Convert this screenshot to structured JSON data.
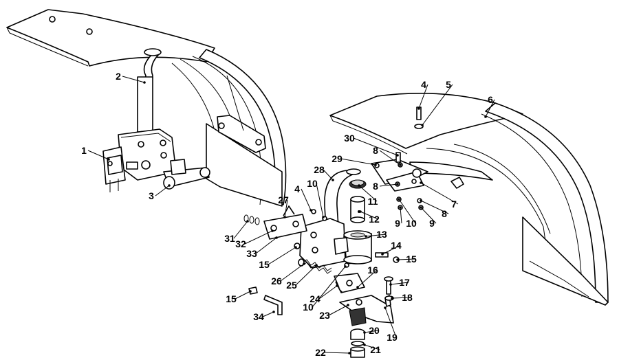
{
  "diagram": {
    "callouts": [
      {
        "id": "c1",
        "label": "1"
      },
      {
        "id": "c2",
        "label": "2"
      },
      {
        "id": "c3",
        "label": "3"
      },
      {
        "id": "c4a",
        "label": "4"
      },
      {
        "id": "c4b",
        "label": "4"
      },
      {
        "id": "c5",
        "label": "5"
      },
      {
        "id": "c6",
        "label": "6"
      },
      {
        "id": "c7",
        "label": "7"
      },
      {
        "id": "c8a",
        "label": "8"
      },
      {
        "id": "c8b",
        "label": "8"
      },
      {
        "id": "c8c",
        "label": "8"
      },
      {
        "id": "c9a",
        "label": "9"
      },
      {
        "id": "c9b",
        "label": "9"
      },
      {
        "id": "c10a",
        "label": "10"
      },
      {
        "id": "c10b",
        "label": "10"
      },
      {
        "id": "c10c",
        "label": "10"
      },
      {
        "id": "c11",
        "label": "11"
      },
      {
        "id": "c12",
        "label": "12"
      },
      {
        "id": "c13",
        "label": "13"
      },
      {
        "id": "c14",
        "label": "14"
      },
      {
        "id": "c15a",
        "label": "15"
      },
      {
        "id": "c15b",
        "label": "15"
      },
      {
        "id": "c15c",
        "label": "15"
      },
      {
        "id": "c16",
        "label": "16"
      },
      {
        "id": "c17",
        "label": "17"
      },
      {
        "id": "c18",
        "label": "18"
      },
      {
        "id": "c19",
        "label": "19"
      },
      {
        "id": "c20",
        "label": "20"
      },
      {
        "id": "c21",
        "label": "21"
      },
      {
        "id": "c22",
        "label": "22"
      },
      {
        "id": "c23",
        "label": "23"
      },
      {
        "id": "c24",
        "label": "24"
      },
      {
        "id": "c25",
        "label": "25"
      },
      {
        "id": "c26",
        "label": "26"
      },
      {
        "id": "c27",
        "label": "27"
      },
      {
        "id": "c28",
        "label": "28"
      },
      {
        "id": "c29",
        "label": "29"
      },
      {
        "id": "c30",
        "label": "30"
      },
      {
        "id": "c31",
        "label": "31"
      },
      {
        "id": "c32",
        "label": "32"
      },
      {
        "id": "c33",
        "label": "33"
      },
      {
        "id": "c34",
        "label": "34"
      }
    ]
  }
}
